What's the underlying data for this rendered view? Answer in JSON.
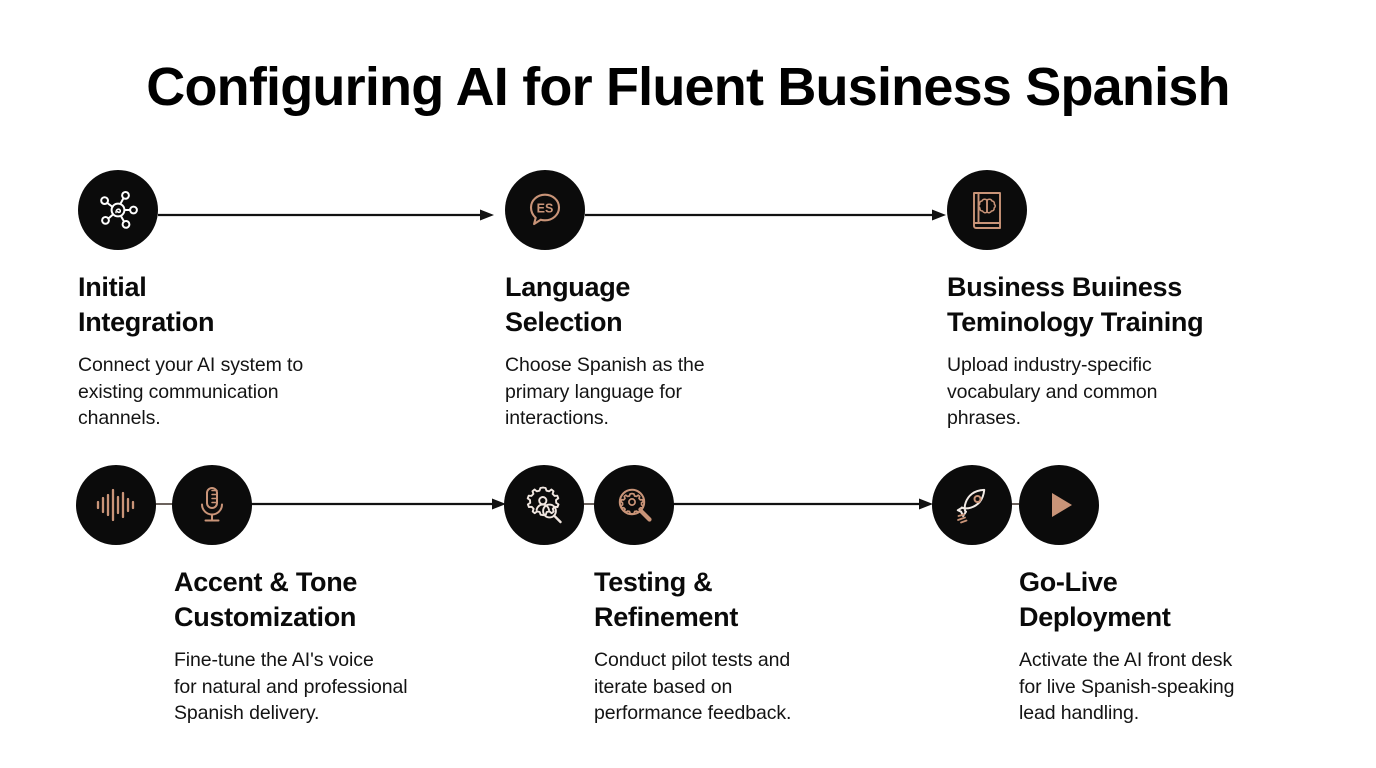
{
  "page": {
    "title": "Configuring AI for Fluent Business Spanish",
    "background_color": "#ffffff",
    "accent_color": "#c99478",
    "circle_color": "#0b0b0b",
    "text_color": "#0a0a0a"
  },
  "steps": [
    {
      "id": "initial-integration",
      "title": "Initial\nIntegration",
      "description": "Connect your AI system to\nexisting communication\nchannels.",
      "icons": [
        "network-hub-icon"
      ],
      "icon_color": "#ffffff"
    },
    {
      "id": "language-selection",
      "title": "Language\nSelection",
      "description": "Choose Spanish as the\nprimary language for\ninteractions.",
      "icons": [
        "speech-bubble-es-icon"
      ],
      "icon_label": "ES",
      "icon_color": "#c99478"
    },
    {
      "id": "business-terminology-training",
      "title": "Business Buıiness\nTeminology Training",
      "description": "Upload industry-specific\nvocabulary and common\nphrases.",
      "icons": [
        "book-brain-icon"
      ],
      "icon_color": "#c99478"
    },
    {
      "id": "accent-tone-customization",
      "title": "Accent & Tone\nCustomization",
      "description": "Fine-tune the AI's voice\nfor natural and professional\nSpanish delivery.",
      "icons": [
        "audio-waveform-icon",
        "microphone-icon"
      ],
      "icon_color": "#c99478"
    },
    {
      "id": "testing-refinement",
      "title": "Testing &\nRefinement",
      "description": "Conduct pilot tests and\niterate based on\nperformance feedback.",
      "icons": [
        "gear-person-search-icon",
        "gear-magnifier-icon"
      ],
      "icon_color": "#c99478"
    },
    {
      "id": "go-live-deployment",
      "title": "Go-Live\nDeployment",
      "description": "Activate the AI front desk\nfor live Spanish-speaking\nlead handling.",
      "icons": [
        "rocket-icon",
        "play-triangle-icon"
      ],
      "icon_color": "#c99478"
    }
  ],
  "connectors": [
    {
      "id": "arrow-initial-to-language",
      "from": "initial-integration",
      "to": "language-selection"
    },
    {
      "id": "arrow-language-to-terminology",
      "from": "language-selection",
      "to": "business-terminology-training"
    },
    {
      "id": "arrow-accent-to-testing",
      "from": "accent-tone-customization",
      "to": "testing-refinement"
    },
    {
      "id": "arrow-testing-to-golive",
      "from": "testing-refinement",
      "to": "go-live-deployment"
    }
  ]
}
